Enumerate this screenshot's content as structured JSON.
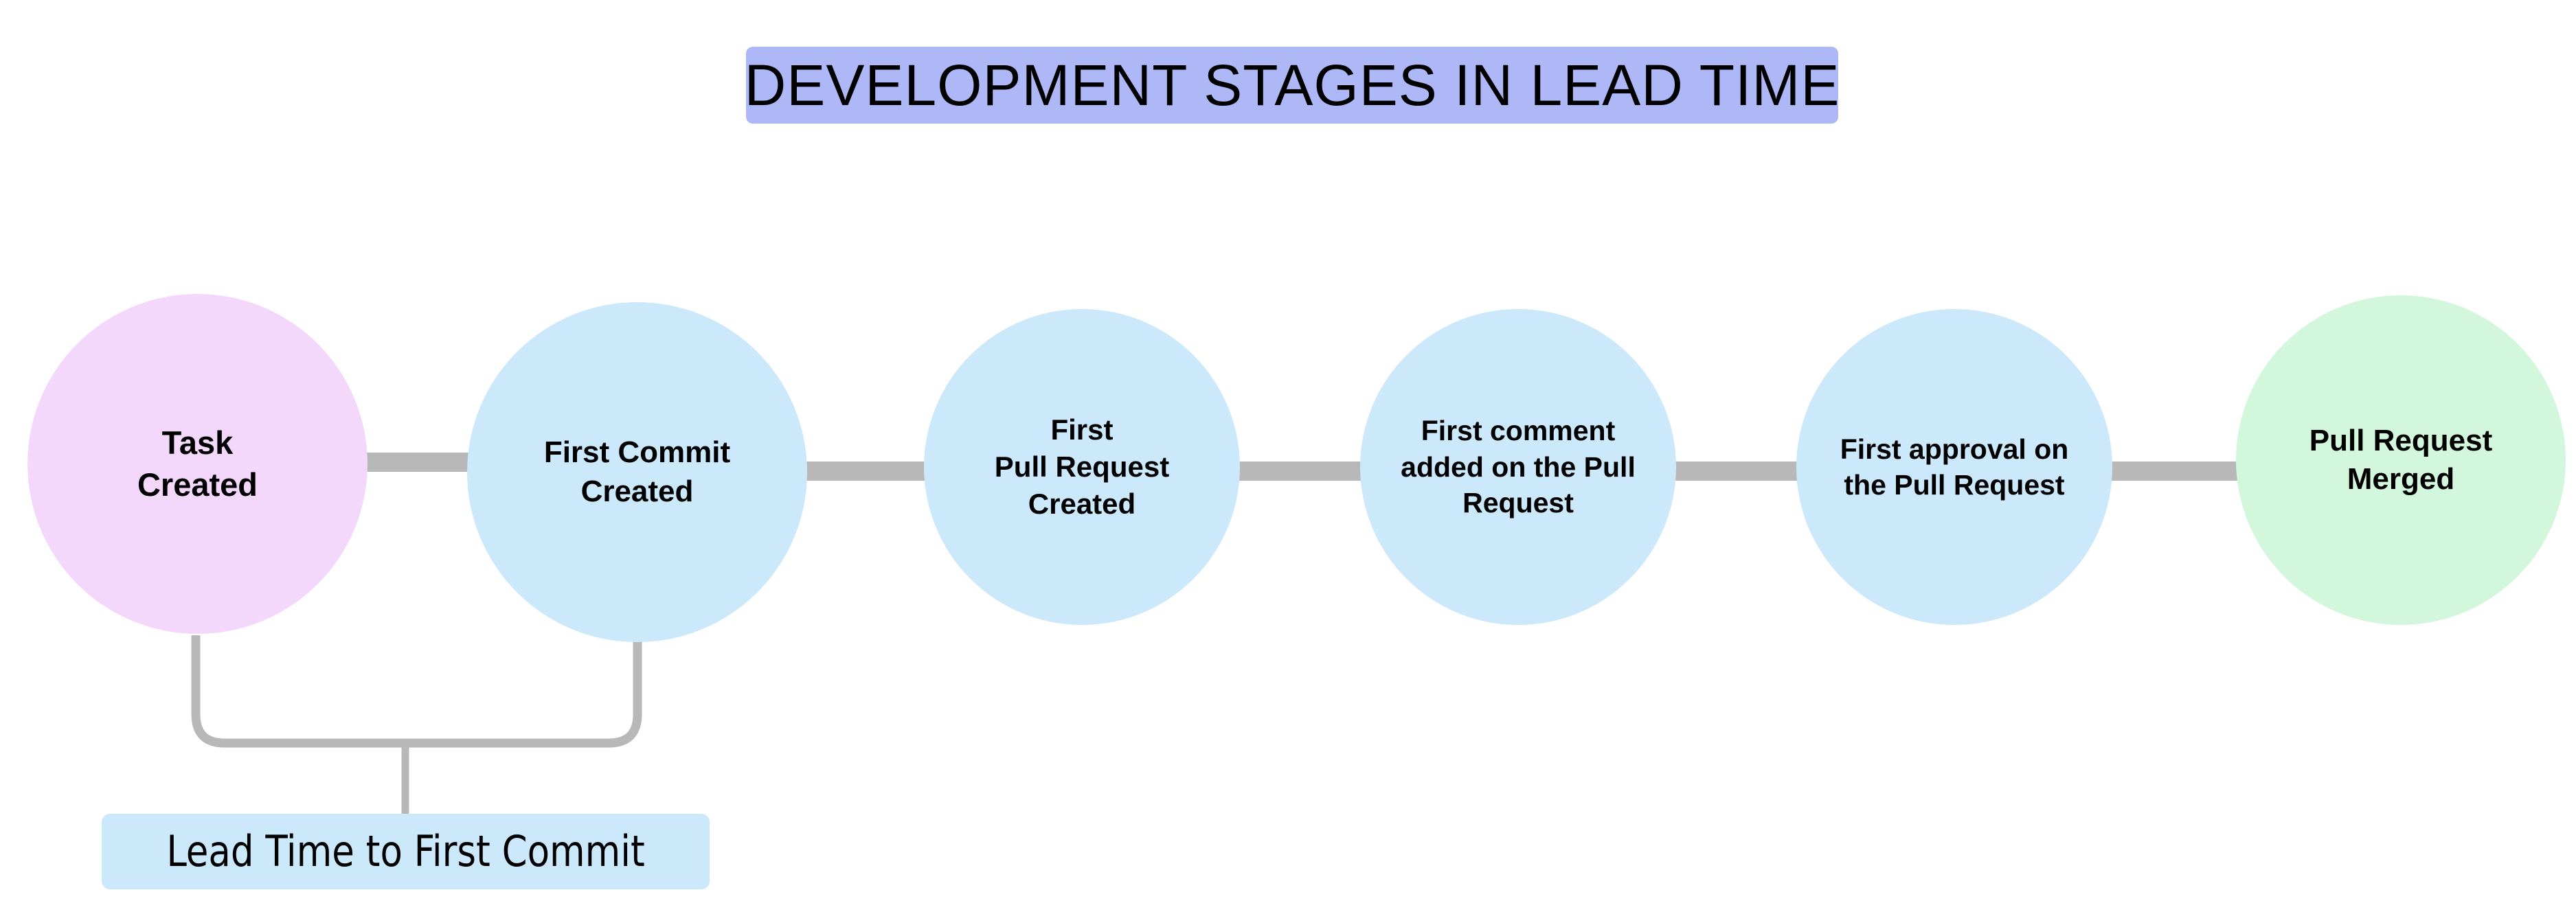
{
  "title": {
    "text": "DEVELOPMENT STAGES IN LEAD TIME",
    "background_color": "#AEB8F7",
    "text_color": "#000000"
  },
  "colors": {
    "page_background": "#FFFFFF",
    "start_node": "#F3D8FC",
    "intermediate_node": "#CCE8FB",
    "end_node": "#D2F7DD",
    "connector_line": "#B8B8B8",
    "callout_background": "#CCE8FB",
    "text": "#000000"
  },
  "flow": {
    "stages": [
      {
        "id": "task-created",
        "label": "Task\nCreated",
        "color": "#F3D8FC",
        "order": 1
      },
      {
        "id": "first-commit-created",
        "label": "First Commit\nCreated",
        "color": "#CCE8FB",
        "order": 2
      },
      {
        "id": "first-pull-request-created",
        "label": "First\nPull Request\nCreated",
        "color": "#CCE8FB",
        "order": 3
      },
      {
        "id": "first-comment-added",
        "label": "First comment\nadded on the Pull\nRequest",
        "color": "#CCE8FB",
        "order": 4
      },
      {
        "id": "first-approval",
        "label": "First approval on\nthe Pull Request",
        "color": "#CCE8FB",
        "order": 5
      },
      {
        "id": "pull-request-merged",
        "label": "Pull Request\nMerged",
        "color": "#D2F7DD",
        "order": 6
      }
    ],
    "connector_count": 5
  },
  "annotation": {
    "label": "Lead Time to First Commit",
    "spans_from": "Task Created",
    "spans_to": "First Commit Created",
    "background_color": "#CCE8FB"
  }
}
